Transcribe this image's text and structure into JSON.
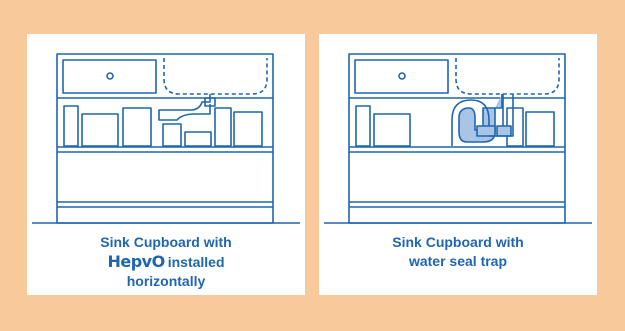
{
  "panels": [
    {
      "caption_line1": "Sink Cupboard with",
      "brand": "HepvO",
      "caption_line2_rest": "installed",
      "caption_line3": "horizontally"
    },
    {
      "caption_line1": "Sink Cupboard with",
      "caption_line2": "water seal trap"
    }
  ],
  "colors": {
    "background": "#f8c99a",
    "panel": "#ffffff",
    "line": "#1f66b0",
    "trap_fill": "#a9c4e4"
  }
}
